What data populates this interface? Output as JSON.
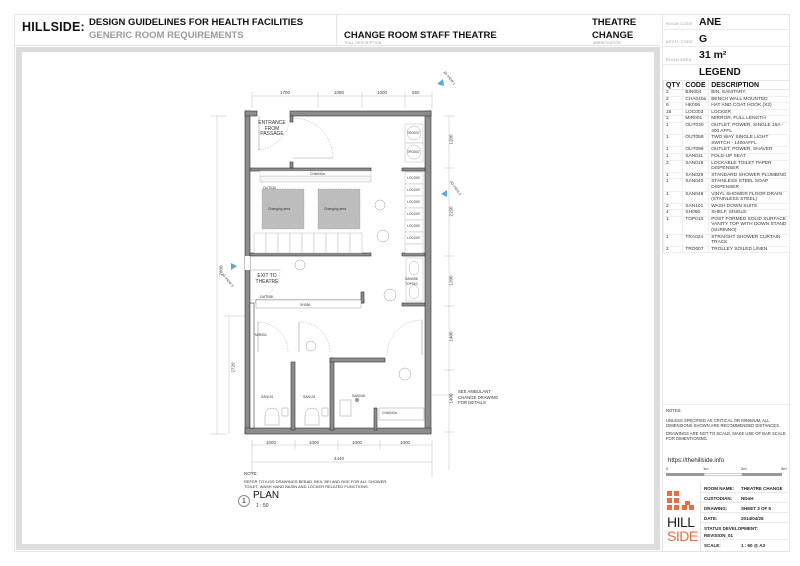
{
  "header": {
    "brand": "HILLSIDE:",
    "title_line1": "DESIGN GUIDELINES FOR HEALTH FACILITIES",
    "title_line2": "GENERIC ROOM REQUIREMENTS",
    "full_description": "CHANGE ROOM STAFF THEATRE",
    "full_description_label": "FULL DESCRIPTION",
    "abbreviation_line1": "THEATRE",
    "abbreviation_line2": "CHANGE",
    "abbreviation_label": "ABBREVIATION"
  },
  "room_info": {
    "room_code_label": "ROOM CODE",
    "room_code": "ANE",
    "arch_code_label": "ARCH. CODE",
    "arch_code": "G",
    "room_area_label": "ROOM AREA",
    "room_area": "31 m²"
  },
  "legend": {
    "title": "LEGEND",
    "columns": [
      "QTY",
      "CODE",
      "DESCRIPTION"
    ],
    "rows": [
      {
        "qty": "2",
        "code": "BIN004",
        "desc": "BIN, SANITARY."
      },
      {
        "qty": "2",
        "code": "CHA040a",
        "desc": "BENCH WALL MOUNTED"
      },
      {
        "qty": "6",
        "code": "HK006",
        "desc": "HAT AND COAT HOOK (X2)"
      },
      {
        "qty": "16",
        "code": "LOC003",
        "desc": "LOCKER"
      },
      {
        "qty": "2",
        "code": "MIR001",
        "desc": "MIRROR, FULL LENGTH"
      },
      {
        "qty": "1",
        "code": "OUT030",
        "desc": "OUTLET, POWER, SINGLE 16A - 400 AFFL"
      },
      {
        "qty": "1",
        "code": "OUT058",
        "desc": "TWO WAY SINGLE LIGHT SWITCH - 1400AFFL"
      },
      {
        "qty": "1",
        "code": "OUT098",
        "desc": "OUTLET, POWER, SHAVER"
      },
      {
        "qty": "1",
        "code": "SAN011",
        "desc": "FOLD-UP SEAT"
      },
      {
        "qty": "2",
        "code": "SAN018",
        "desc": "LOCKABLE TOILET PAPER DISPENSER"
      },
      {
        "qty": "1",
        "code": "SAN029",
        "desc": "STANDARD SHOWER PLUMBING"
      },
      {
        "qty": "1",
        "code": "SAN040",
        "desc": "STAINLESS STEEL SOAP DISPENSER"
      },
      {
        "qty": "1",
        "code": "SAN048",
        "desc": "VINYL SHOWER FLOOR DRAIN (STAINLESS STEEL)"
      },
      {
        "qty": "2",
        "code": "SAN101",
        "desc": "WASH DOWN SUITE"
      },
      {
        "qty": "4",
        "code": "SH056",
        "desc": "SHELF, SINGLE"
      },
      {
        "qty": "1",
        "code": "TOP010",
        "desc": "POST FORMED SOLID SURFACE VANITY TOP WITH DOWN STAND (SURINNO)"
      },
      {
        "qty": "1",
        "code": "TRA024",
        "desc": "STRAIGHT SHOWER CURTAIN TRACK"
      },
      {
        "qty": "2",
        "code": "TRO007",
        "desc": "TROLLEY SOILED LINEN"
      }
    ]
  },
  "notes": {
    "title": "NOTES:",
    "line1": "UNLESS SPECIFIED AS CRITICAL OR MINIMUM, ALL DIMENSIONS SHOWN ARE RECOMMENDED DISTANCES.",
    "line2": "DRAWINGS ARE NOT TO SCALE, MAKE USE OF BAR SCALE FOR DIMENTIONING.",
    "url": "https://thehillside.info",
    "scale_labels": [
      "0",
      "1m",
      "2m",
      "3m"
    ]
  },
  "title_block": {
    "logo_line1": "HILL",
    "logo_line2": "SIDE",
    "room_name_label": "ROOM NAME:",
    "room_name": "THEATRE CHANGE",
    "custodian_label": "CUSTODIAN:",
    "custodian": "NDoH",
    "drawing_label": "DRAWING:",
    "drawing": "SHEET 3 OF 5",
    "date_label": "DATE:",
    "date": "2014/04/25",
    "status_label": "STATUS DEVELOPMENT:",
    "status": "REVISION_01",
    "scale_label": "SCALE:",
    "scale": "1 : 50 @ A3"
  },
  "plan": {
    "title": "PLAN",
    "number": "1",
    "scale": "1 : 50",
    "dims_top": [
      "1700",
      "1080",
      "1000",
      "550"
    ],
    "dims_bottom": [
      "1000",
      "1000",
      "1000",
      "1000"
    ],
    "dim_total_width": "4440",
    "dims_right": [
      "1200",
      "2150",
      "1200",
      "1400",
      "1400"
    ],
    "dims_left": [
      "7800",
      "2720"
    ],
    "room_labels": {
      "entrance": "ENTRANCE FROM PASSAGE",
      "exit": "EXIT TO THEATRE",
      "changing_area": "Changing area",
      "ambulant_note": "SEE AMBULANT CHANGE DRAWING FOR DETAILS"
    },
    "views": [
      "3D VIEW 1",
      "3D VIEW 2",
      "3D VIEW 3"
    ],
    "tags": {
      "tro": "TRO007",
      "loc": "LOC003",
      "hk": "HK006",
      "cha": "CHA040a",
      "out030": "OUT030",
      "out058": "OUT058",
      "mir": "MIR001",
      "sh": "SH056",
      "san098": "SAN098",
      "top": "TOP010",
      "san018": "SAN018",
      "san101": "SAN101",
      "bin": "BIN004",
      "san011": "SAN011",
      "tra": "TRA024",
      "san048": "SAN048",
      "san029": "SAN029",
      "san040": "SAN040"
    },
    "note_title": "NOTE:",
    "note_text": "REFER TO IUSS DRAWINGS BEBAB, BEA, BEI AND BGE FOR ALL SHOWER, TOILET, WASH HAND BASIN AND LOCKER RELATED FUNCTIONS."
  },
  "colors": {
    "wall": "#8c8c8c",
    "wall_outline": "#333333",
    "changing_fill": "#bdbdbd",
    "frame_gray": "#dcdcdc",
    "logo_orange": "#f26a3b",
    "view_blue": "#5aa6e0"
  }
}
